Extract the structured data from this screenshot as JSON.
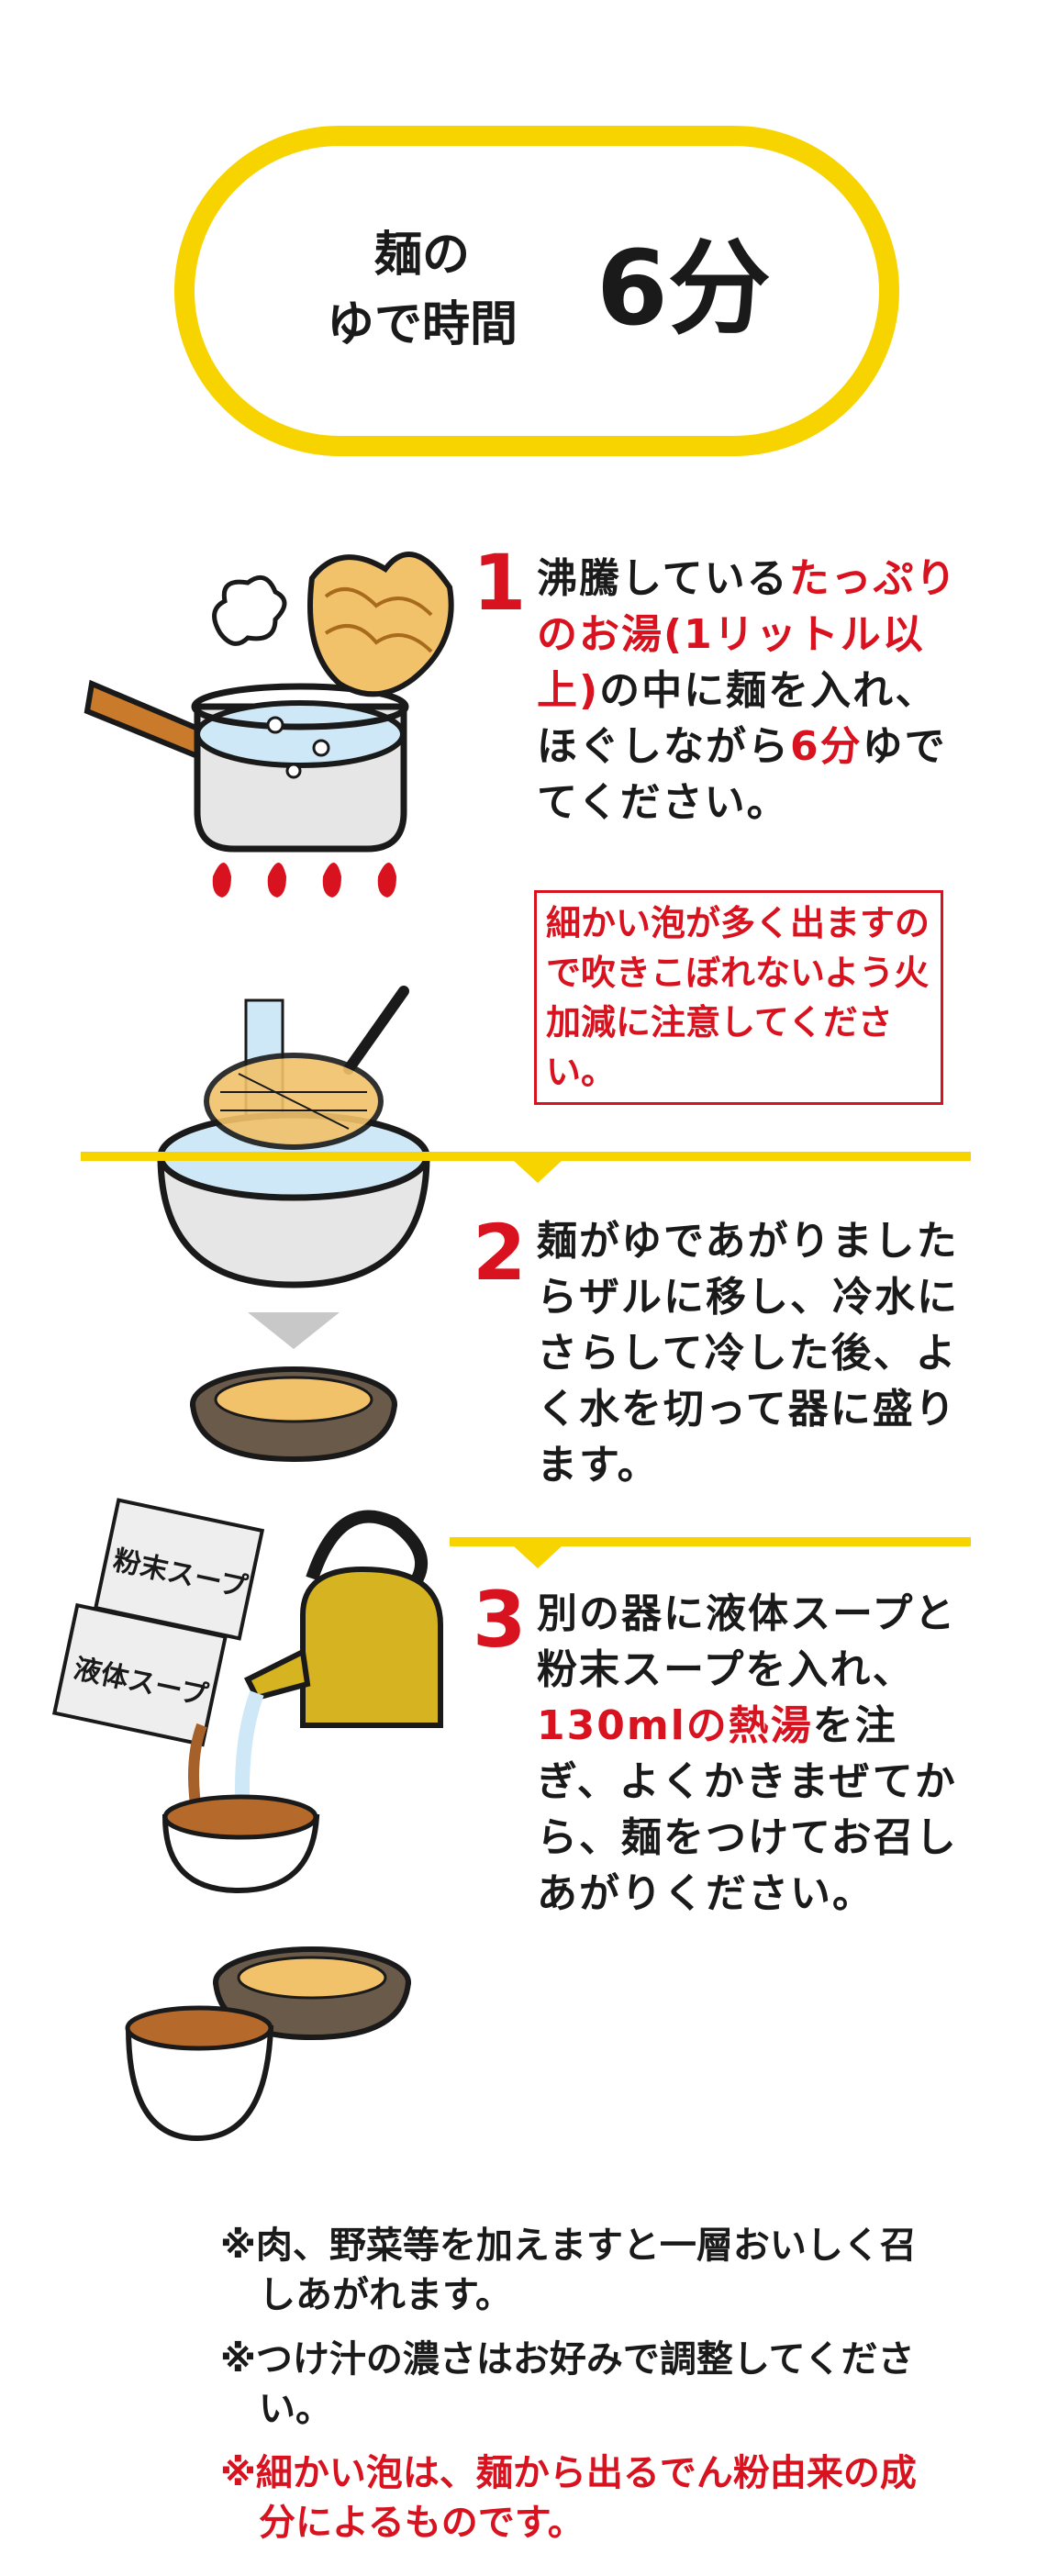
{
  "header": {
    "label_line1": "麺の",
    "label_line2": "ゆで時間",
    "time": "6分"
  },
  "steps": [
    {
      "number": "1",
      "text_a": "沸騰している",
      "text_b_red": "たっぷりのお湯(1リットル以上)",
      "text_c": "の中に麺を入れ、ほぐしながら",
      "text_d_red": "6分",
      "text_e": "ゆでてください。",
      "warning": "細かい泡が多く出ますので吹きこぼれないよう火加減に注意してください。"
    },
    {
      "number": "2",
      "text": "麺がゆであがりましたらザルに移し、冷水にさらして冷した後、よく水を切って器に盛ります。"
    },
    {
      "number": "3",
      "text_a": "別の器に液体スープと粉末スープを入れ、",
      "text_b_red": "130mlの熱湯",
      "text_c": "を注ぎ、よくかきまぜてから、麺をつけてお召しあがりください。",
      "packet_powder": "粉末スープ",
      "packet_liquid": "液体スープ"
    }
  ],
  "notes": [
    {
      "text": "※肉、野菜等を加えますと一層おいしく召しあがれます。",
      "color": "#1a1a1a"
    },
    {
      "text": "※つけ汁の濃さはお好みで調整してください。",
      "color": "#1a1a1a"
    },
    {
      "text": "※細かい泡は、麺から出るでん粉由来の成分によるものです。",
      "color": "#d8121f"
    }
  ],
  "colors": {
    "accent_yellow": "#f7d400",
    "red": "#d8121f",
    "water": "#cfe8f7"
  }
}
